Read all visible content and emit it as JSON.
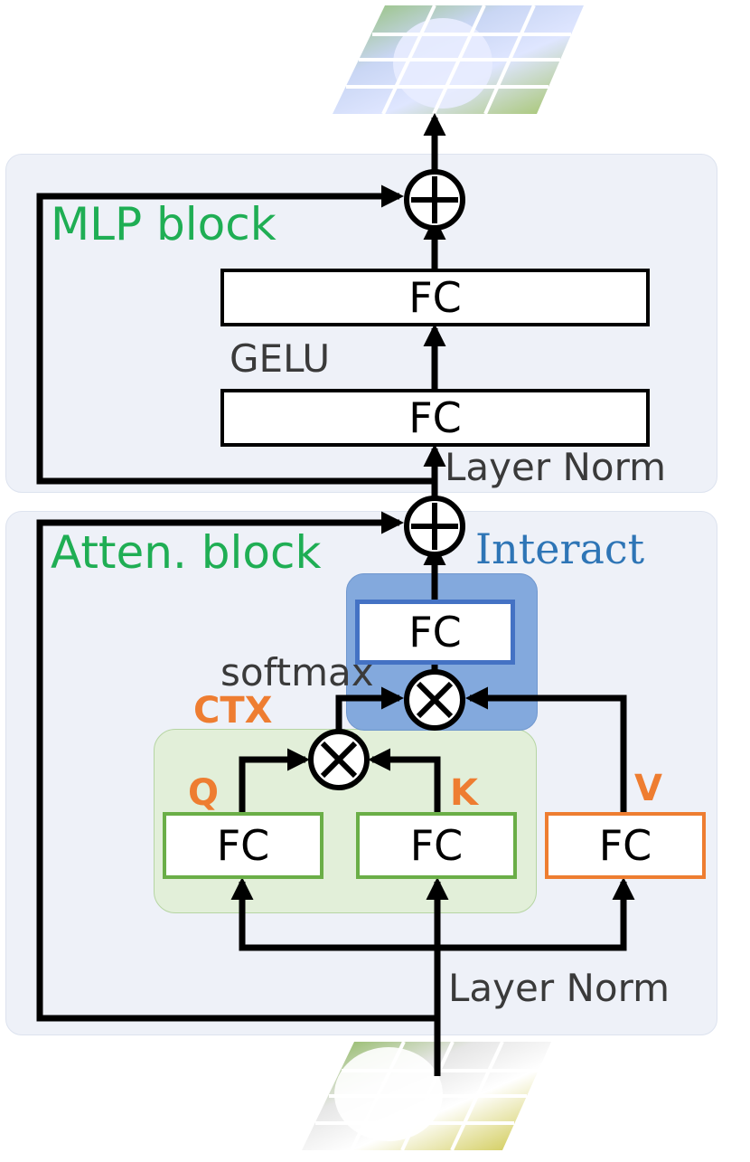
{
  "mlp_block": {
    "title": "MLP block",
    "fc_top_label": "FC",
    "fc_bottom_label": "FC",
    "activation_label": "GELU",
    "norm_label": "Layer Norm"
  },
  "atten_block": {
    "title": "Atten. block",
    "interact_label": "Interact",
    "softmax_label": "softmax",
    "ctx_label": "CTX",
    "q_label": "Q",
    "k_label": "K",
    "v_label": "V",
    "fc_interact_label": "FC",
    "fc_q_label": "FC",
    "fc_k_label": "FC",
    "fc_v_label": "FC",
    "norm_label": "Layer Norm"
  },
  "colors": {
    "block_title": "#1fae54",
    "qkv_ctx": "#ee7d31",
    "interact": "#2e75b6",
    "ctx_region": "#e2efd9",
    "interact_region": "#7ea6dc"
  },
  "icons": [
    "add-operator-icon",
    "multiply-operator-icon",
    "image-patch-grid-icon"
  ]
}
